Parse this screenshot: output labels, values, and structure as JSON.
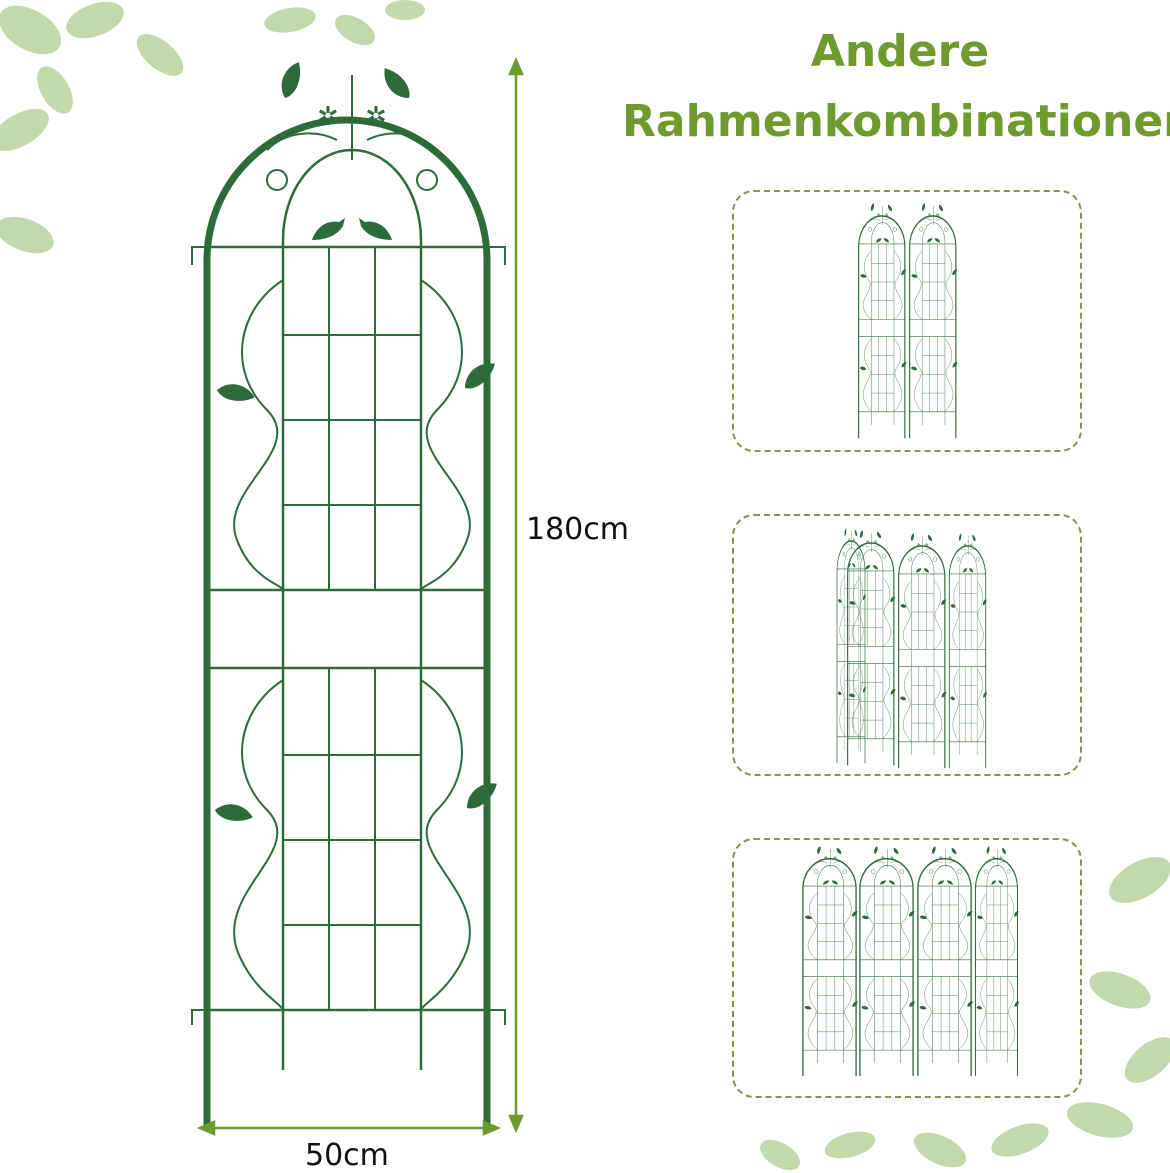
{
  "heading": {
    "line1": "Andere",
    "line2": "Rahmenkombinationen"
  },
  "dimensions": {
    "height": "180cm",
    "width": "50cm"
  },
  "colors": {
    "frame_green": "#2e6b3a",
    "title_green": "#6e9a2e",
    "box_border": "#8a8f56",
    "leaf_green": "#a7c98a"
  },
  "combinations": [
    {
      "panels": 2
    },
    {
      "panels": 4
    },
    {
      "panels": 4
    }
  ]
}
